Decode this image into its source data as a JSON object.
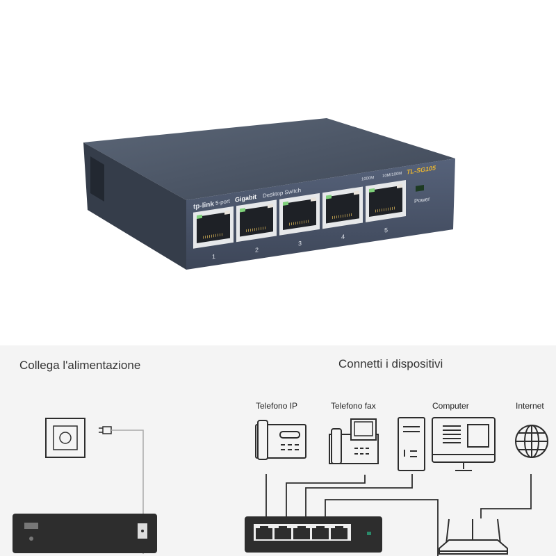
{
  "product": {
    "brand": "tp-link",
    "description_ports": "5-port",
    "description_gigabit": "Gigabit",
    "description_rest": "Desktop Switch",
    "model": "TL-SG105",
    "speed_label_1000": "1000M",
    "speed_label_10_100": "10M/100M",
    "port_numbers": [
      "1",
      "2",
      "3",
      "4",
      "5"
    ],
    "power_label": "Power"
  },
  "diagram": {
    "left_title": "Collega l'alimentazione",
    "right_title": "Connetti i dispositivi",
    "devices": [
      "Telefono IP",
      "Telefono fax",
      "Computer",
      "Internet"
    ]
  },
  "colors": {
    "switch_body": "#4a5565",
    "accent_model": "#e8b531",
    "diagram_bg": "#f4f4f4",
    "diagram_dark": "#2d2d2d"
  }
}
